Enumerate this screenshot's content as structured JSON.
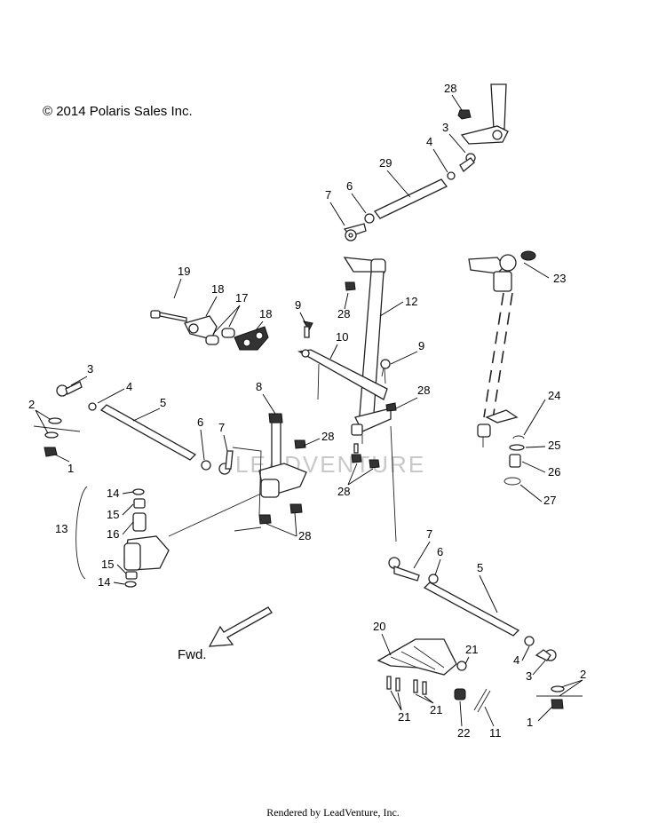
{
  "copyright": "© 2014 Polaris Sales Inc.",
  "footer": "Rendered by LeadVenture, Inc.",
  "watermark": "LEADVENTURE",
  "direction_label": "Fwd.",
  "callouts": {
    "c28a": "28",
    "c3a": "3",
    "c4a": "4",
    "c29": "29",
    "c7a": "7",
    "c6a": "6",
    "c19": "19",
    "c18a": "18",
    "c17": "17",
    "c18b": "18",
    "c9a": "9",
    "c28b": "28",
    "c12": "12",
    "c23": "23",
    "c10": "10",
    "c9b": "9",
    "c3b": "3",
    "c4b": "4",
    "c5a": "5",
    "c2a": "2",
    "c1a": "1",
    "c8": "8",
    "c28c": "28",
    "c6b": "6",
    "c7b": "7",
    "c28d": "28",
    "c24": "24",
    "c25": "25",
    "c26": "26",
    "c27": "27",
    "c28e": "28",
    "c14a": "14",
    "c15a": "15",
    "c16": "16",
    "c13": "13",
    "c28f": "28",
    "c15b": "15",
    "c14b": "14",
    "c7c": "7",
    "c6c": "6",
    "c5b": "5",
    "c20": "20",
    "c21a": "21",
    "c4c": "4",
    "c3c": "3",
    "c2b": "2",
    "c1b": "1",
    "c21b": "21",
    "c21c": "21",
    "c22": "22",
    "c11": "11"
  }
}
